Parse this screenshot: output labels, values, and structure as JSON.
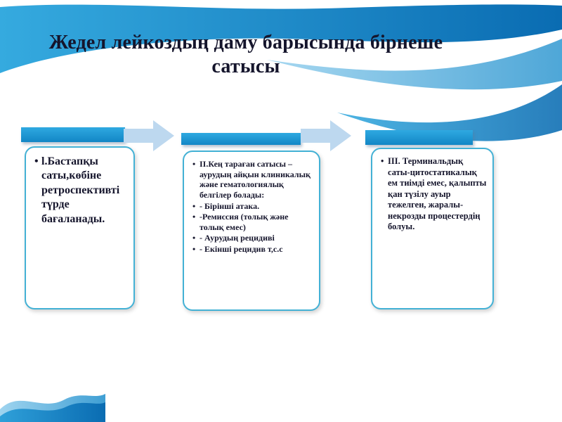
{
  "slide": {
    "title_lines": [
      "Жедел лейкоздың даму барысында бірнеше",
      "сатысы"
    ]
  },
  "stages": [
    {
      "bullets": [
        "l.Бастапқы саты,көбіне ретроспективті түрде бағаланады."
      ]
    },
    {
      "bullets": [
        "II.Кең тараған сатысы – аурудың айқын клиникалық және гематологиялық белгілер болады:",
        "- Бірінші атака.",
        "-Ремиссия (толық және толық емес)",
        "- Аурудың рецидиві",
        "-  Екінші рецидив т,с.с"
      ]
    },
    {
      "bullets": [
        "III. Терминальдық саты-цитостатикалық ем тиімді емес, қалыпты қан түзілу ауыр тежелген, жаралы-некрозды процестердің болуы."
      ]
    }
  ],
  "colors": {
    "bar_blue": "#1d9ad6",
    "arrow_light_blue": "#bdd8ef",
    "box_border_cyan": "#43b1d5",
    "title_text": "#15152c"
  }
}
